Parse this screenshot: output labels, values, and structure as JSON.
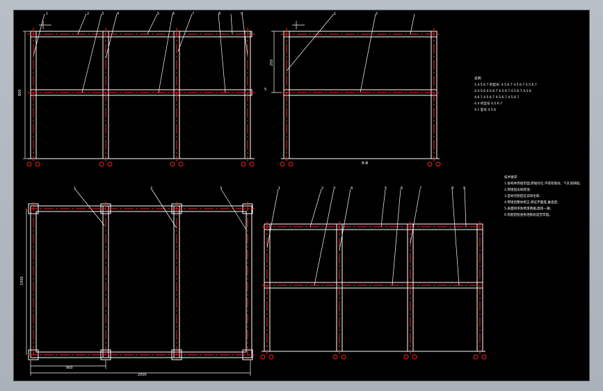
{
  "colors": {
    "background": "#000000",
    "frame_line": "#ffffff",
    "centerline": "#ff2020",
    "paper_surround": "#b4bac2"
  },
  "views": {
    "section_label": "B-B"
  },
  "leaders": {
    "front_view": [
      "1",
      "2",
      "3",
      "4",
      "5",
      "6",
      "7",
      "8",
      "9"
    ],
    "side_view": [
      "1",
      "2"
    ],
    "plan_view": [
      "1",
      "2",
      "3"
    ],
    "bottom_view": [
      "1",
      "2",
      "3",
      "4",
      "5",
      "6",
      "7",
      "8",
      "9"
    ]
  },
  "dimensions": {
    "front_height": "800",
    "side_upper": "250",
    "side_lower": "5",
    "plan_height": "1000",
    "plan_partial": "900",
    "plan_total": "2000"
  },
  "notes": {
    "parts": {
      "title": "说明:",
      "lines": [
        "1.4.5.6.7 的型号: 4.5.6.7 4.5.6.7 4.5.6.7",
        "4.4.5.6 4.5.6.7 4.5.6.7 4.5.6.7 4.5.6.",
        "4.6.7 4.5.6.7 4.5.6.7 4.5.6.7",
        "4.4 的型号 4.5.6.7",
        "4.1 型号 4.5.6"
      ]
    },
    "technical": {
      "title": "技术要求",
      "lines": [
        "1.各构件焊接牢固,焊缝均匀,不得有裂纹、气孔等缺陷;",
        "2.焊接后去除焊渣;",
        "3.型材切割后应去除毛刺;",
        "4.焊接后整体校正,保证平面度,垂直度;",
        "5.表面喷涂防锈漆两遍,面漆一遍;",
        "6.装配后检查各连接处是否牢固。"
      ]
    }
  }
}
